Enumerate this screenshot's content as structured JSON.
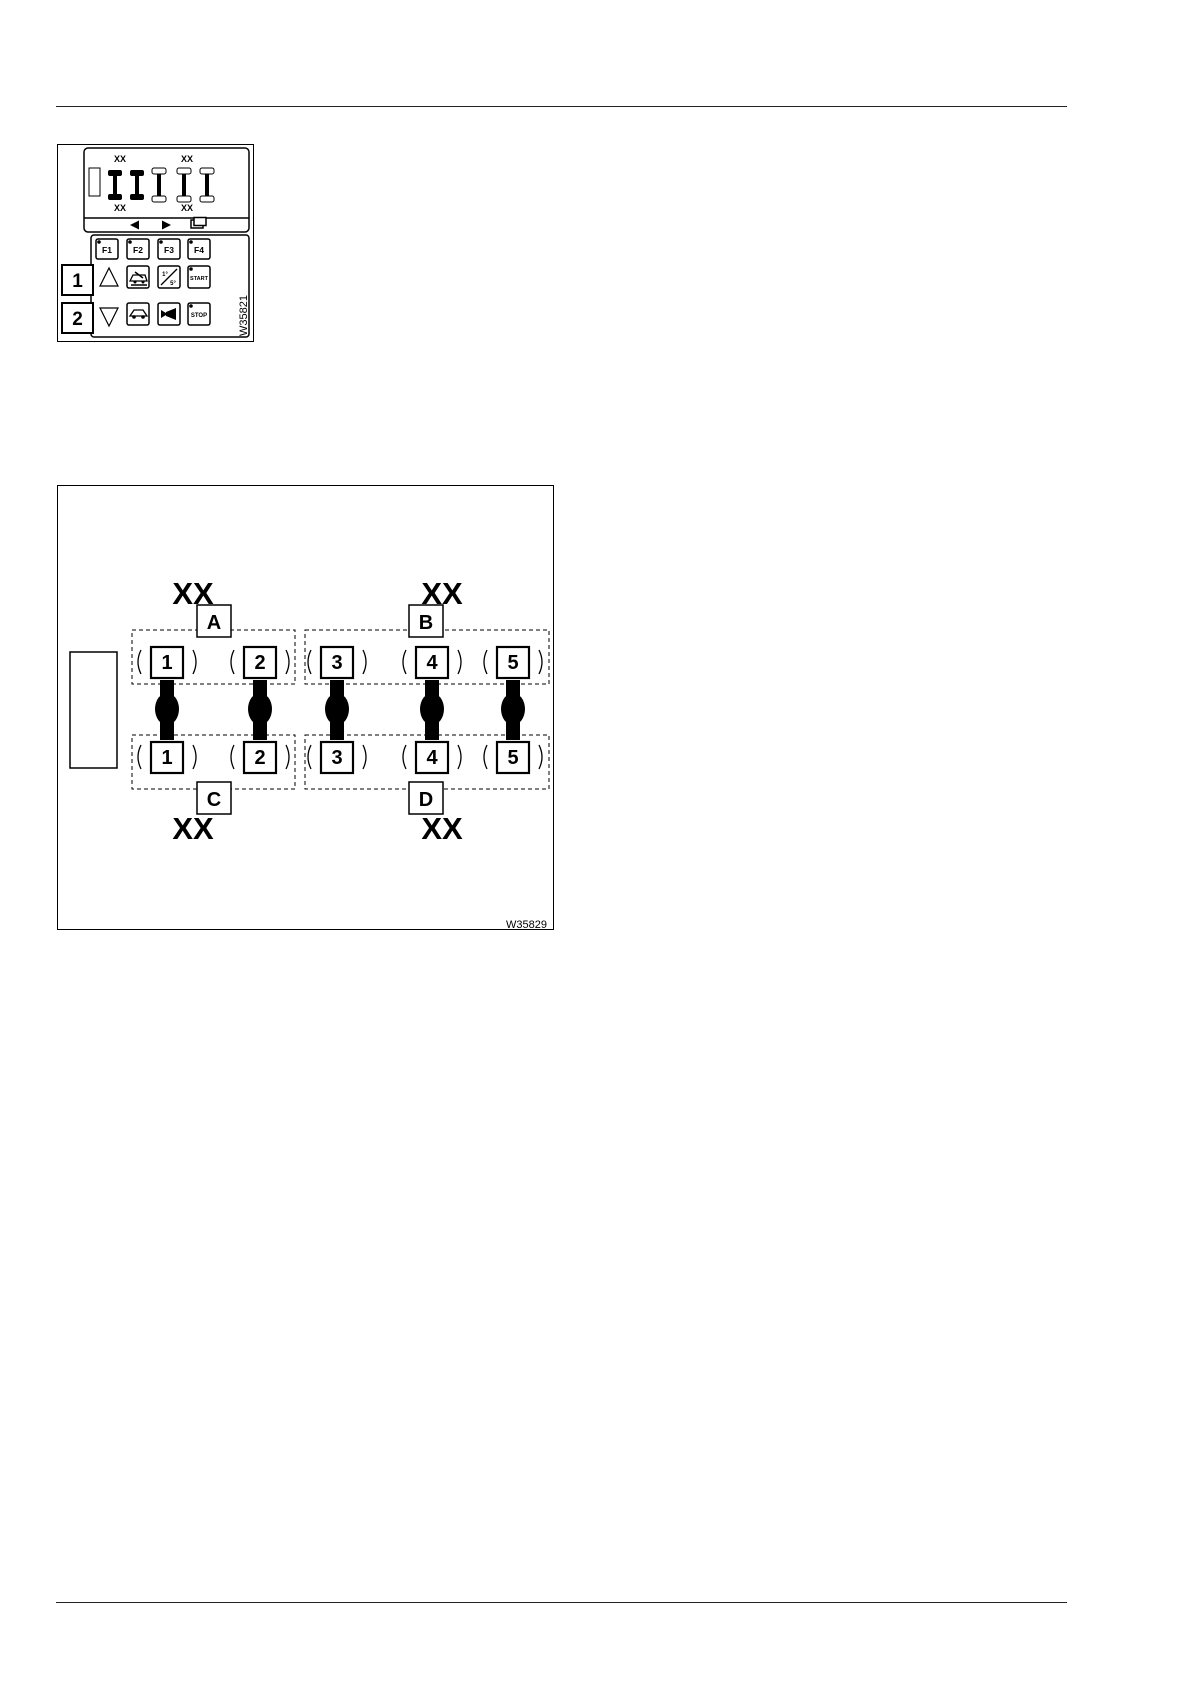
{
  "figure1": {
    "code": "W35821",
    "display": {
      "top_labels": [
        "XX",
        "XX"
      ],
      "bottom_labels": [
        "XX",
        "XX"
      ]
    },
    "function_keys": [
      "F1",
      "F2",
      "F3",
      "F4"
    ],
    "keys": {
      "start": "START",
      "stop": "STOP",
      "inclination_top": "1°",
      "inclination_bottom": "5°"
    },
    "callouts": [
      "1",
      "2"
    ]
  },
  "figure2": {
    "code": "W35829",
    "top_xx": [
      "XX",
      "XX"
    ],
    "bottom_xx": [
      "XX",
      "XX"
    ],
    "group_labels": {
      "A": "A",
      "B": "B",
      "C": "C",
      "D": "D"
    },
    "axles": [
      "1",
      "2",
      "3",
      "4",
      "5"
    ]
  }
}
